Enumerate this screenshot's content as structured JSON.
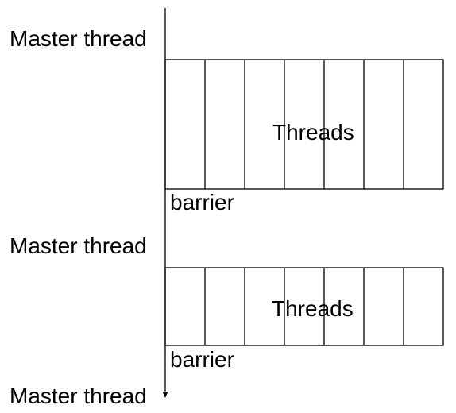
{
  "diagram": {
    "master_labels": [
      "Master thread",
      "Master thread",
      "Master thread"
    ],
    "parallel_regions": [
      {
        "threads_label": "Threads",
        "thread_count": 7,
        "barrier_label": "barrier"
      },
      {
        "threads_label": "Threads",
        "thread_count": 7,
        "barrier_label": "barrier"
      }
    ]
  },
  "colors": {
    "line": "#000000",
    "background": "#ffffff"
  }
}
